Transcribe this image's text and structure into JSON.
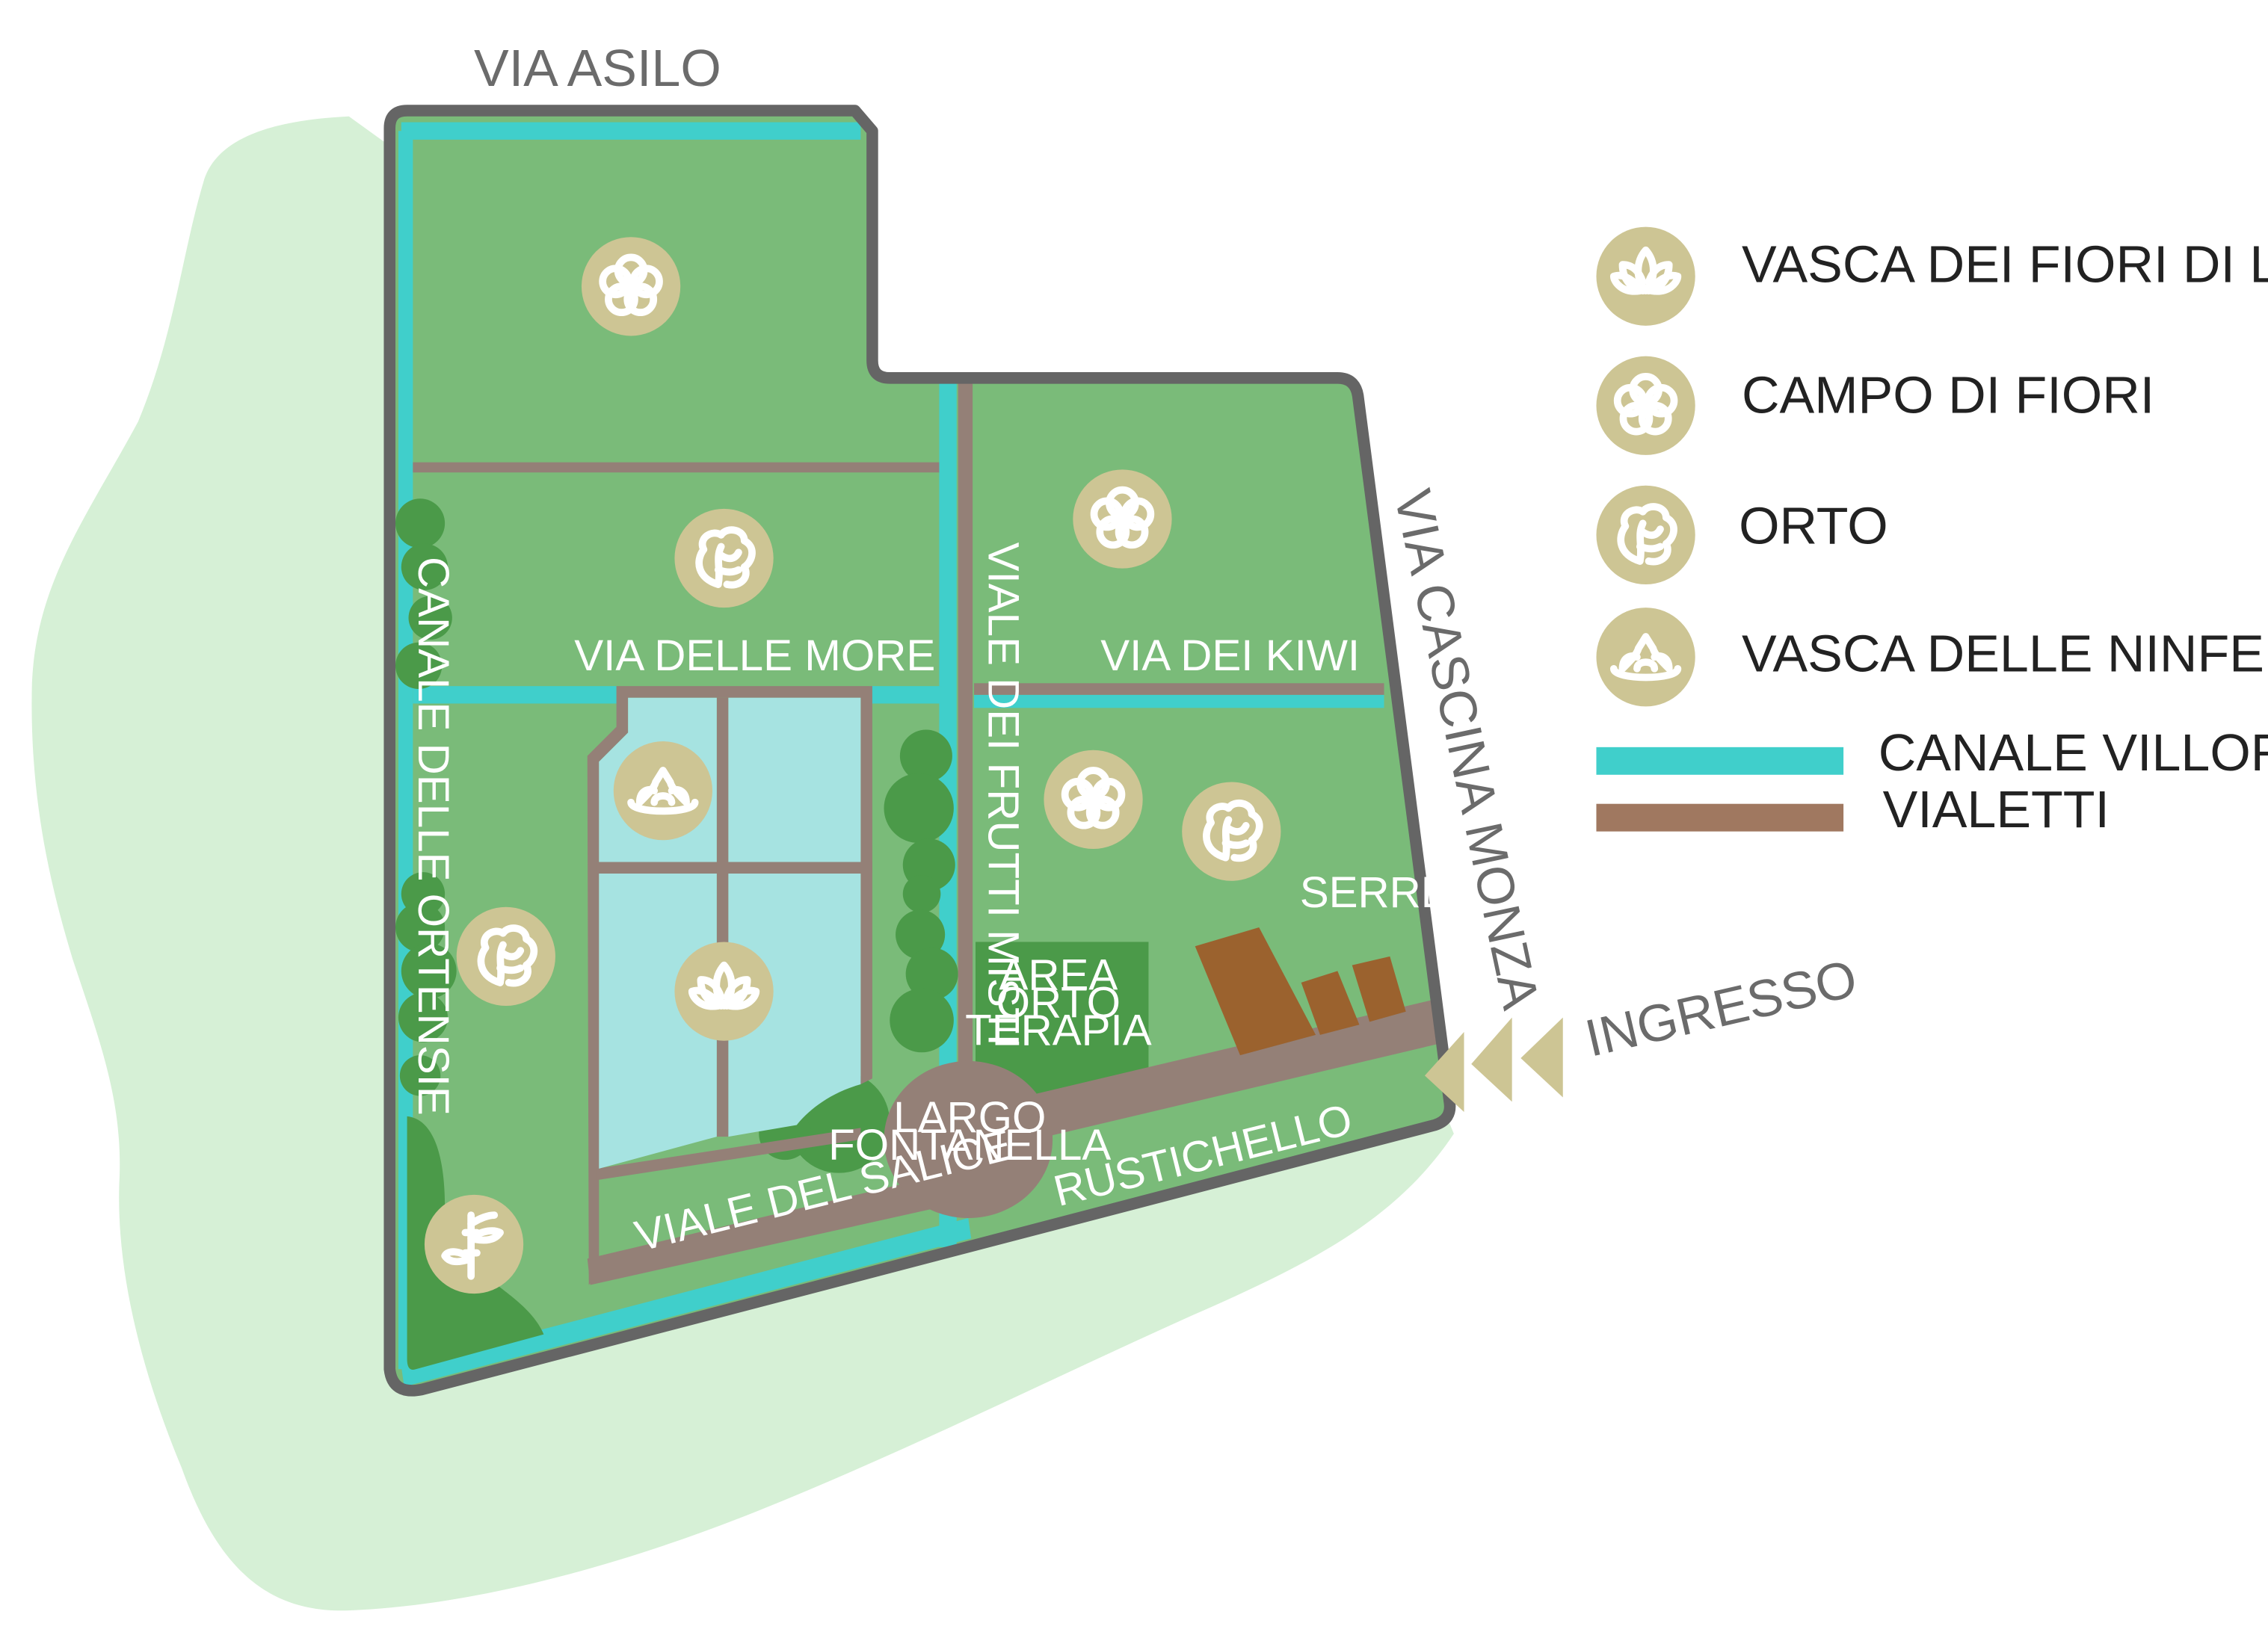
{
  "colors": {
    "background_green": "#d6f0d6",
    "field_green": "#7abb79",
    "dark_green": "#4b9a49",
    "canal": "#40cfcb",
    "path": "#948077",
    "legend_path": "#a07860",
    "pond": "#a6e3e1",
    "greenhouse": "#9b622e",
    "badge": "#cdc594",
    "border": "#656565"
  },
  "streets": {
    "via_asilo": "VIA ASILO",
    "via_cascina_monza": "VIA CASCINA MONZA",
    "ingresso": "INGRESSO"
  },
  "paths": {
    "canale_delle_ortensie": "CANALE DELLE ORTENSIE",
    "via_delle_more": "VIA DELLE MORE",
    "viale_dei_frutti_misti": "VIALE DEI FRUTTI MISTI",
    "via_dei_kiwi": "VIA DEI KIWI",
    "viale_del_salice": "VIALE DEL SALICE",
    "rustichello": "RUSTICHELLO"
  },
  "areas": {
    "serre": "SERRE",
    "area_orto_terapia": [
      "AREA",
      "ORTO",
      "TERAPIA"
    ],
    "largo_fontanella": [
      "LARGO",
      "FONTANELLA"
    ]
  },
  "legend": {
    "items": [
      {
        "label": "VASCA DEI FIORI DI LOTO",
        "icon": "lotus-icon"
      },
      {
        "label": "CAMPO DI FIORI",
        "icon": "flower-icon"
      },
      {
        "label": "ORTO",
        "icon": "lettuce-icon"
      },
      {
        "label": "VASCA DELLE NINFEE",
        "icon": "water-lily-icon"
      }
    ],
    "lines": [
      {
        "label": "CANALE VILLORESI",
        "color": "#40cfcb"
      },
      {
        "label": "VIALETTI",
        "color": "#a07860"
      }
    ]
  }
}
